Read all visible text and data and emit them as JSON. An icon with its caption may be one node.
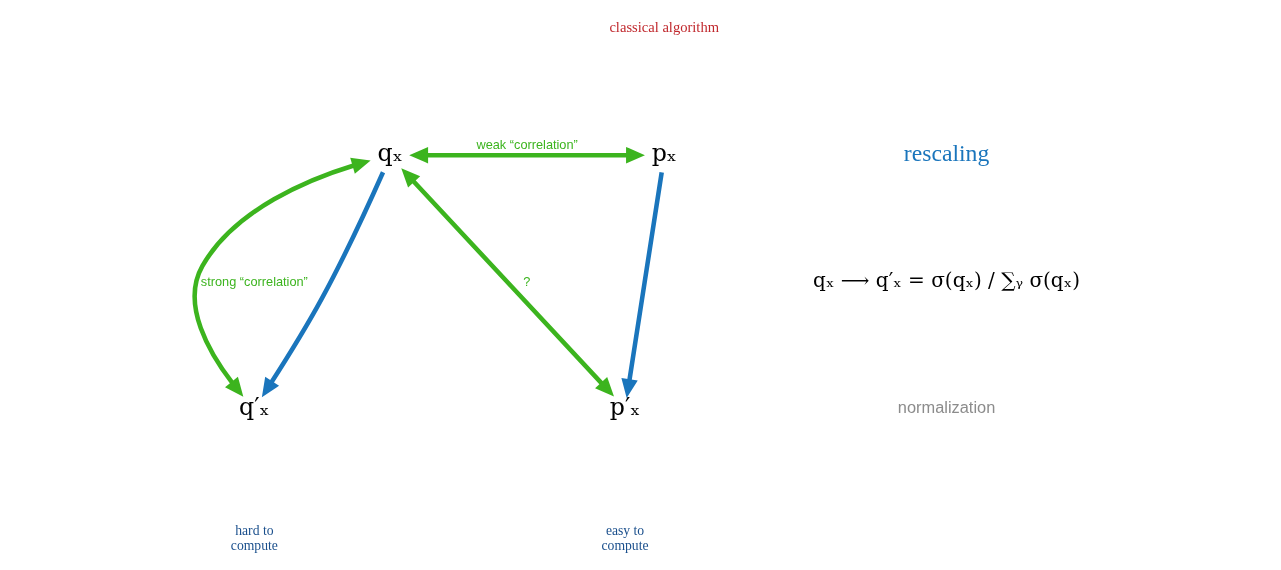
{
  "diagram": {
    "nodes": [
      {
        "text": [
          "qₓ"
        ]
      },
      {
        "text": [
          "pₓ"
        ]
      },
      {
        "text": [
          "q′ₓ"
        ]
      },
      {
        "text": [
          "p′ₓ"
        ]
      }
    ],
    "edges": [
      {
        "from": 0,
        "to": 1,
        "arrow": "both",
        "label": "weak “correlation”"
      },
      {
        "from": 0,
        "to": 2,
        "arrow": "both",
        "label": "strong “correlation”"
      },
      {
        "from": 0,
        "to": 3,
        "arrow": "both",
        "label": "?"
      },
      {
        "from": 0,
        "to": 2,
        "arrow": "to",
        "color": "#1a75bc"
      },
      {
        "from": 1,
        "to": 3,
        "arrow": "to",
        "color": "#1a75bc"
      }
    ],
    "labels": [
      "classical algorithm",
      "rescaling",
      "qₓ ⟶ q′ₓ = σ(qₓ) / ∑ᵧ σ(qₓ)",
      "normalization",
      "hard to compute",
      "easy to compute"
    ]
  }
}
